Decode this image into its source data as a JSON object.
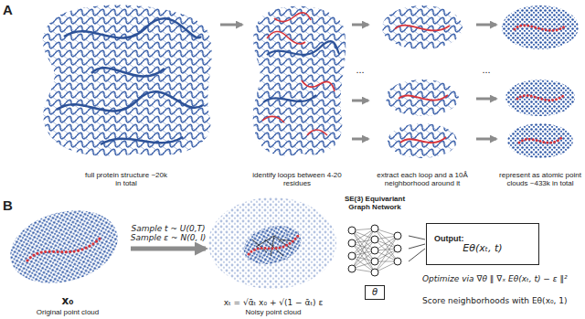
{
  "diagram": {
    "nodes": [
      {
        "text": [
          "full protein structure ~20k in total"
        ]
      },
      {
        "text": [
          "identify loops between 4-20 residues"
        ]
      },
      {
        "text": [
          "extract each loop and a 10Å neighborhood around it"
        ]
      },
      {
        "text": [
          "represent as atomic point clouds ~433k in total"
        ]
      },
      {
        "text": [
          "x₀",
          "Original point cloud"
        ]
      },
      {
        "text": [
          "xₜ = √ᾱₜ x₀ + √(1 − ᾱₜ) ε",
          "Noisy point cloud"
        ]
      },
      {
        "text": [
          "SE(3) Equivariant Graph Network"
        ]
      },
      {
        "text": [
          "θ"
        ],
        "in": 6
      },
      {
        "text": [
          "Output:",
          "Eθ(xₜ, t)"
        ]
      }
    ],
    "edges": [
      {
        "from": 0,
        "to": 1,
        "arrow": "to"
      },
      {
        "from": 1,
        "to": 2,
        "arrow": "to"
      },
      {
        "from": 1,
        "to": 2,
        "arrow": "to"
      },
      {
        "from": 1,
        "to": 2,
        "arrow": "to"
      },
      {
        "from": 2,
        "to": 3,
        "arrow": "to"
      },
      {
        "from": 2,
        "to": 3,
        "arrow": "to"
      },
      {
        "from": 2,
        "to": 3,
        "arrow": "to"
      },
      {
        "from": 4,
        "to": 5,
        "arrow": "to",
        "label": "Sample t ~ U(0,T) Sample ε ~ N(0, I)"
      },
      {
        "from": 6,
        "to": 8,
        "arrow": "none"
      },
      {
        "from": 6,
        "to": 8,
        "arrow": "none"
      },
      {
        "from": 6,
        "to": 8,
        "arrow": "none"
      }
    ],
    "labels": [
      "A",
      "...",
      "...",
      "B",
      "Optimize via ∇θ ‖ ∇ₓ Eθ(xₜ, t) − ε ‖²",
      "Score neighborhoods with Eθ(x₀, 1)"
    ]
  }
}
